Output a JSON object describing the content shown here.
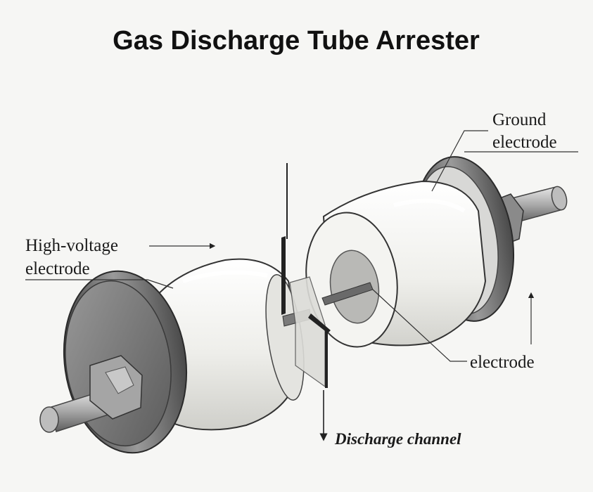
{
  "title": "Gas Discharge Tube Arrester",
  "labels": {
    "ground_electrode_line1": "Ground",
    "ground_electrode_line2": "electrode",
    "high_voltage_line1": "High-voltage",
    "high_voltage_line2": "electrode",
    "electrode": "electrode",
    "discharge_channel": "Discharge channel"
  },
  "colors": {
    "ceramic": "#eeeeea",
    "metal_dark": "#5a5a5a",
    "metal_light": "#c8c8c8",
    "ink": "#1a1a1a"
  }
}
